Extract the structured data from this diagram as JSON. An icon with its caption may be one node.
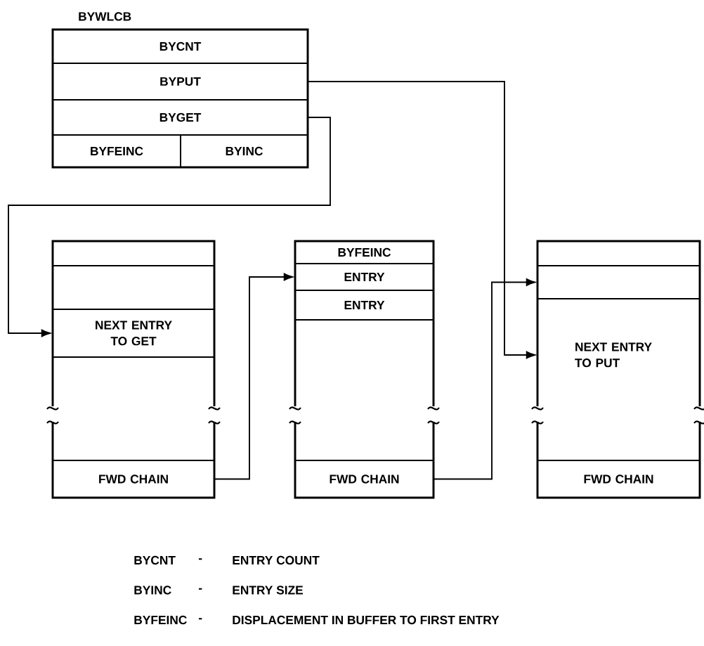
{
  "diagram": {
    "nodes": [
      {
        "text": [
          "BYWLCB"
        ]
      },
      {
        "text": [
          "BYCNT"
        ],
        "in": 0
      },
      {
        "text": [
          "BYPUT"
        ],
        "in": 0
      },
      {
        "text": [
          "BYGET"
        ],
        "in": 0
      },
      {
        "text": [
          "BYFEINC"
        ],
        "in": 0
      },
      {
        "text": [
          "BYINC"
        ],
        "in": 0
      },
      {
        "text": [],
        "shape": "box"
      },
      {
        "text": [],
        "shape": "box",
        "in": 6
      },
      {
        "text": [],
        "shape": "box",
        "in": 6
      },
      {
        "text": [
          "NEXT ENTRY TO GET"
        ],
        "in": 6
      },
      {
        "text": [],
        "shape": "box",
        "in": 6
      },
      {
        "text": [
          "FWD CHAIN"
        ],
        "in": 6
      },
      {
        "text": [],
        "shape": "box"
      },
      {
        "text": [
          "BYFEINC"
        ],
        "in": 12
      },
      {
        "text": [
          "ENTRY"
        ],
        "in": 12
      },
      {
        "text": [
          "ENTRY"
        ],
        "in": 12
      },
      {
        "text": [],
        "shape": "box",
        "in": 12
      },
      {
        "text": [
          "FWD CHAIN"
        ],
        "in": 12
      },
      {
        "text": [],
        "shape": "box"
      },
      {
        "text": [],
        "shape": "box",
        "in": 18
      },
      {
        "text": [],
        "shape": "box",
        "in": 18
      },
      {
        "text": [
          "NEXT ENTRY TO PUT"
        ],
        "in": 18
      },
      {
        "text": [
          "FWD CHAIN"
        ],
        "in": 18
      }
    ],
    "edges": [
      {
        "from": 2,
        "to": 21,
        "arrow": "to"
      },
      {
        "from": 3,
        "to": 9,
        "arrow": "to"
      },
      {
        "from": 11,
        "to": 14,
        "arrow": "to"
      },
      {
        "from": 17,
        "to": 20,
        "arrow": "to"
      }
    ],
    "labels": [
      "BYCNT",
      "-",
      "ENTRY COUNT",
      "BYINC",
      "-",
      "ENTRY SIZE",
      "BYFEINC",
      "-",
      "DISPLACEMENT IN BUFFER TO FIRST ENTRY"
    ]
  }
}
